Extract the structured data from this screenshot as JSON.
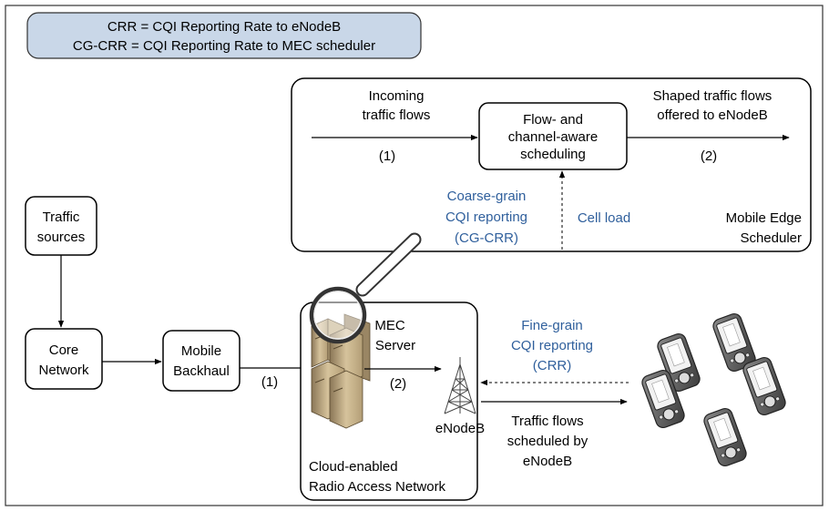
{
  "legend": {
    "line1": "CRR = CQI Reporting Rate to eNodeB",
    "line2": "CG-CRR = CQI Reporting Rate to MEC scheduler"
  },
  "mec_scheduler": {
    "incoming_line1": "Incoming",
    "incoming_line2": "traffic flows",
    "step1": "(1)",
    "scheduler_line1": "Flow- and",
    "scheduler_line2": "channel-aware",
    "scheduler_line3": "scheduling",
    "shaped_line1": "Shaped traffic flows",
    "shaped_line2": "offered to eNodeB",
    "step2": "(2)",
    "coarse_line1": "Coarse-grain",
    "coarse_line2": "CQI reporting",
    "coarse_line3": "(CG-CRR)",
    "cell_load": "Cell load",
    "title_line1": "Mobile Edge",
    "title_line2": "Scheduler"
  },
  "traffic_sources": {
    "line1": "Traffic",
    "line2": "sources"
  },
  "core_network": {
    "line1": "Core",
    "line2": "Network"
  },
  "mobile_backhaul": {
    "line1": "Mobile",
    "line2": "Backhaul"
  },
  "backhaul_step": "(1)",
  "cran": {
    "mec_line1": "MEC",
    "mec_line2": "Server",
    "step2": "(2)",
    "enodeb": "eNodeB",
    "title_line1": "Cloud-enabled",
    "title_line2": "Radio Access Network"
  },
  "fine_grain": {
    "line1": "Fine-grain",
    "line2": "CQI reporting",
    "line3": "(CRR)"
  },
  "scheduled": {
    "line1": "Traffic flows",
    "line2": "scheduled by",
    "line3": "eNodeB"
  },
  "colors": {
    "legend_fill": "#c9d7e8",
    "annotation_blue": "#2f5f9c",
    "server_tan": "#c9b48c"
  }
}
